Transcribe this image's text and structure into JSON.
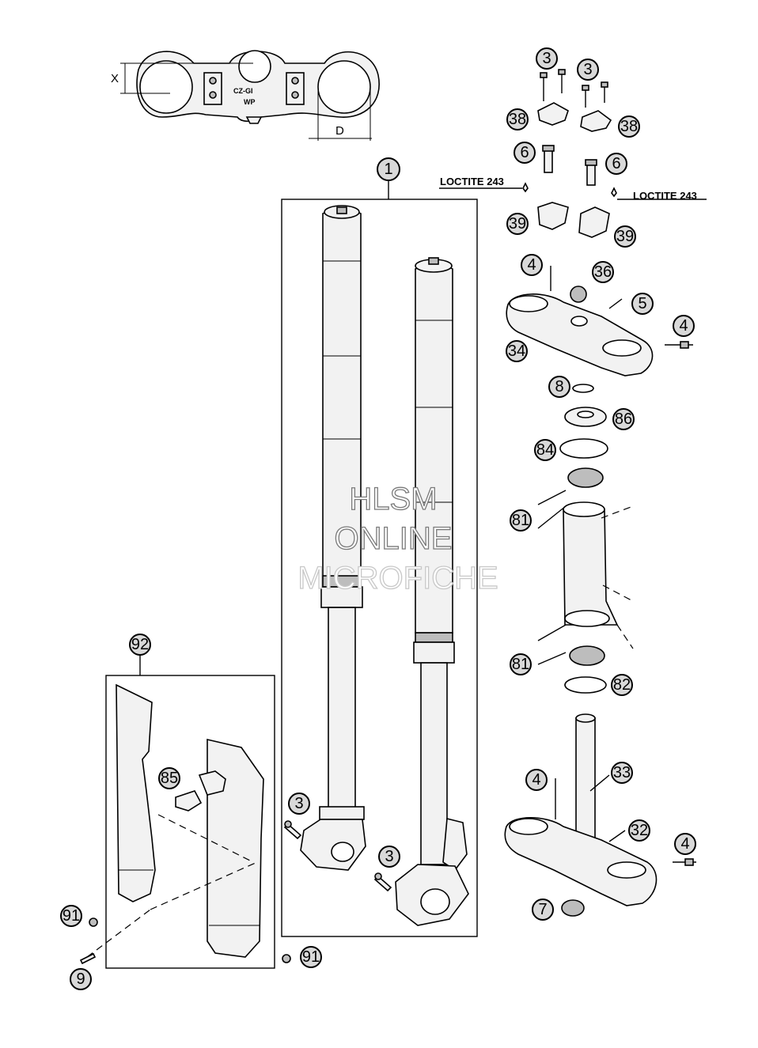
{
  "callouts": {
    "c1": "1",
    "c3a": "3",
    "c3b": "3",
    "c3c": "3",
    "c3d": "3",
    "c4a": "4",
    "c4b": "4",
    "c4c": "4",
    "c4d": "4",
    "c5": "5",
    "c6a": "6",
    "c6b": "6",
    "c7": "7",
    "c8": "8",
    "c9": "9",
    "c32": "32",
    "c33": "33",
    "c34": "34",
    "c36": "36",
    "c38a": "38",
    "c38b": "38",
    "c39a": "39",
    "c39b": "39",
    "c81a": "81",
    "c81b": "81",
    "c82": "82",
    "c84": "84",
    "c85": "85",
    "c86": "86",
    "c91a": "91",
    "c91b": "91",
    "c92": "92"
  },
  "labels": {
    "loctite_left": "LOCTITE 243",
    "loctite_right": "LOCTITE 243",
    "dim_x": "X",
    "dim_d": "D",
    "clamp_text_1": "CZ-GI",
    "clamp_text_2": "WP"
  },
  "watermark": {
    "line1": "HLSM",
    "line2": "ONLINE",
    "line3": "MICROFICHE"
  }
}
